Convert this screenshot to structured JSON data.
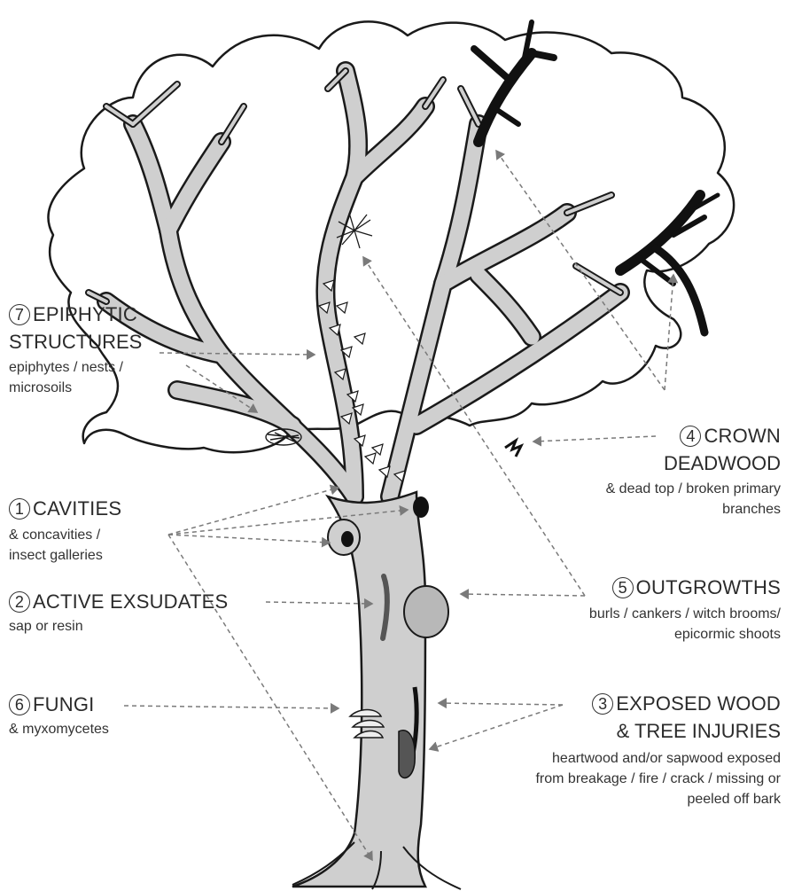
{
  "categories": [
    {
      "number": "7",
      "title_line1": "EPIPHYTIC",
      "title_line2": "STRUCTURES",
      "desc_line1": "epiphytes / nests /",
      "desc_line2": "microsoils"
    },
    {
      "number": "1",
      "title": "CAVITIES",
      "desc_line1": "& concavities /",
      "desc_line2": "insect galleries"
    },
    {
      "number": "2",
      "title": "ACTIVE EXSUDATES",
      "desc_line1": "sap or resin"
    },
    {
      "number": "6",
      "title": "FUNGI",
      "desc_line1": "& myxomycetes"
    },
    {
      "number": "4",
      "title_line1": "CROWN",
      "title_line2": "DEADWOOD",
      "desc_line1": "& dead top / broken primary",
      "desc_line2": "branches"
    },
    {
      "number": "5",
      "title": "OUTGROWTHS",
      "desc_line1": "burls / cankers / witch brooms/",
      "desc_line2": "epicormic shoots"
    },
    {
      "number": "3",
      "title_line1": "EXPOSED WOOD",
      "title_line2": "& TREE INJURIES",
      "desc_line1": "heartwood and/or sapwood exposed",
      "desc_line2": "from breakage / fire / crack / missing or",
      "desc_line3": "peeled off bark"
    }
  ],
  "colors": {
    "tree_fill": "#cfcfcf",
    "outline": "#1a1a1a",
    "deadwood": "#111111",
    "arrow": "#7a7a7a",
    "text": "#2b2b2b"
  }
}
